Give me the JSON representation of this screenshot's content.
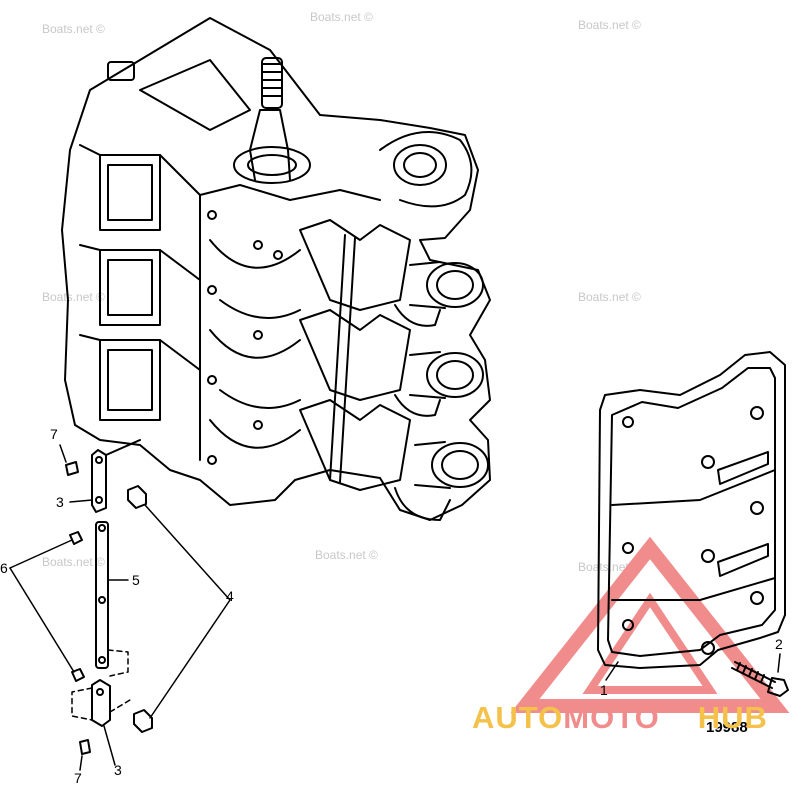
{
  "watermark": "Boats.net ©",
  "part_number": "19988",
  "callouts": {
    "c1": "1",
    "c2": "2",
    "c3a": "3",
    "c3b": "3",
    "c4": "4",
    "c5": "5",
    "c6": "6",
    "c7a": "7",
    "c7b": "7"
  },
  "brand": {
    "auto": "AUTO",
    "moto": "MOTO",
    "hub": "HUB"
  },
  "colors": {
    "line": "#000000",
    "logo_red": "#f08c8c",
    "logo_yellow": "#f4c24a",
    "watermark": "#c8c8c8"
  }
}
